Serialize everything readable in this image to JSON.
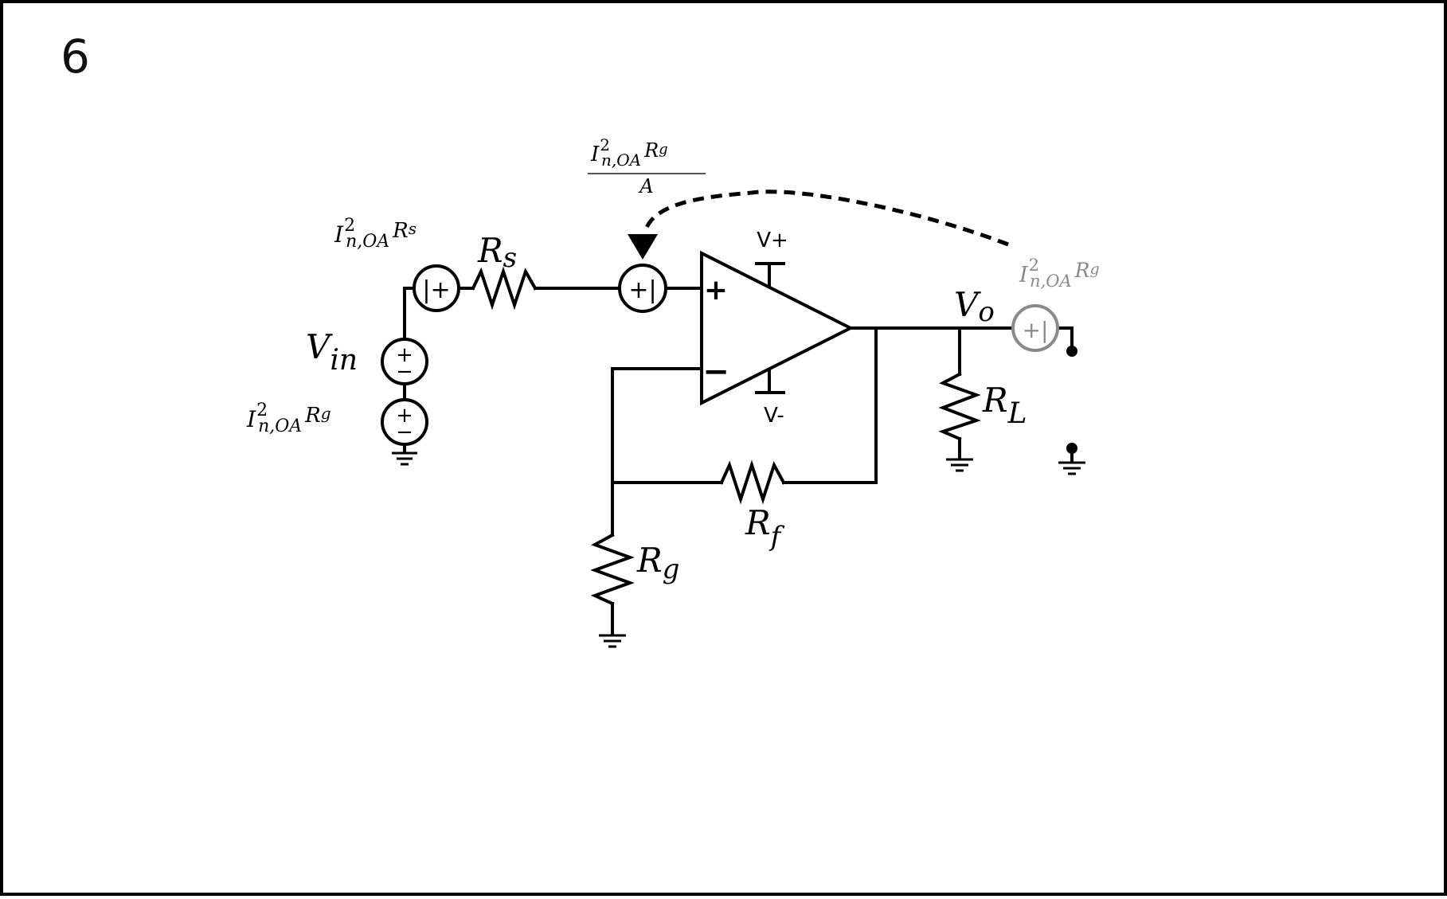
{
  "slide": {
    "number": "6"
  },
  "labels": {
    "vin": {
      "base": "V",
      "sub": "in"
    },
    "rs": {
      "base": "R",
      "sub": "s"
    },
    "rf": {
      "base": "R",
      "sub": "f"
    },
    "rg": {
      "base": "R",
      "sub": "g"
    },
    "rl": {
      "base": "R",
      "sub": "L"
    },
    "vo": {
      "base": "V",
      "sub": "o"
    },
    "vplus": "V+",
    "vminus": "V-",
    "opamp_plus": "+",
    "opamp_minus": "−"
  },
  "noise_sources": {
    "src_rs": {
      "I": "I",
      "sup": "2",
      "sub": "n,OA",
      "R": "R",
      "Rsub": "s",
      "glyph": "|+"
    },
    "src_rg_input": {
      "I": "I",
      "sup": "2",
      "sub": "n,OA",
      "R": "R",
      "Rsub": "g",
      "glyph_top": "+",
      "glyph_bot": "−"
    },
    "src_fraction": {
      "I": "I",
      "sup": "2",
      "sub": "n,OA",
      "R": "R",
      "Rsub": "g",
      "den": "A",
      "glyph": "+|"
    },
    "src_output_gray": {
      "I": "I",
      "sup": "2",
      "sub": "n,OA",
      "R": "R",
      "Rsub": "g",
      "glyph": "+|"
    }
  },
  "vin_source": {
    "glyph_top": "+",
    "glyph_bot": "−"
  },
  "colors": {
    "wire": "#000000",
    "ghost": "#8a8a8a",
    "background": "#ffffff"
  }
}
